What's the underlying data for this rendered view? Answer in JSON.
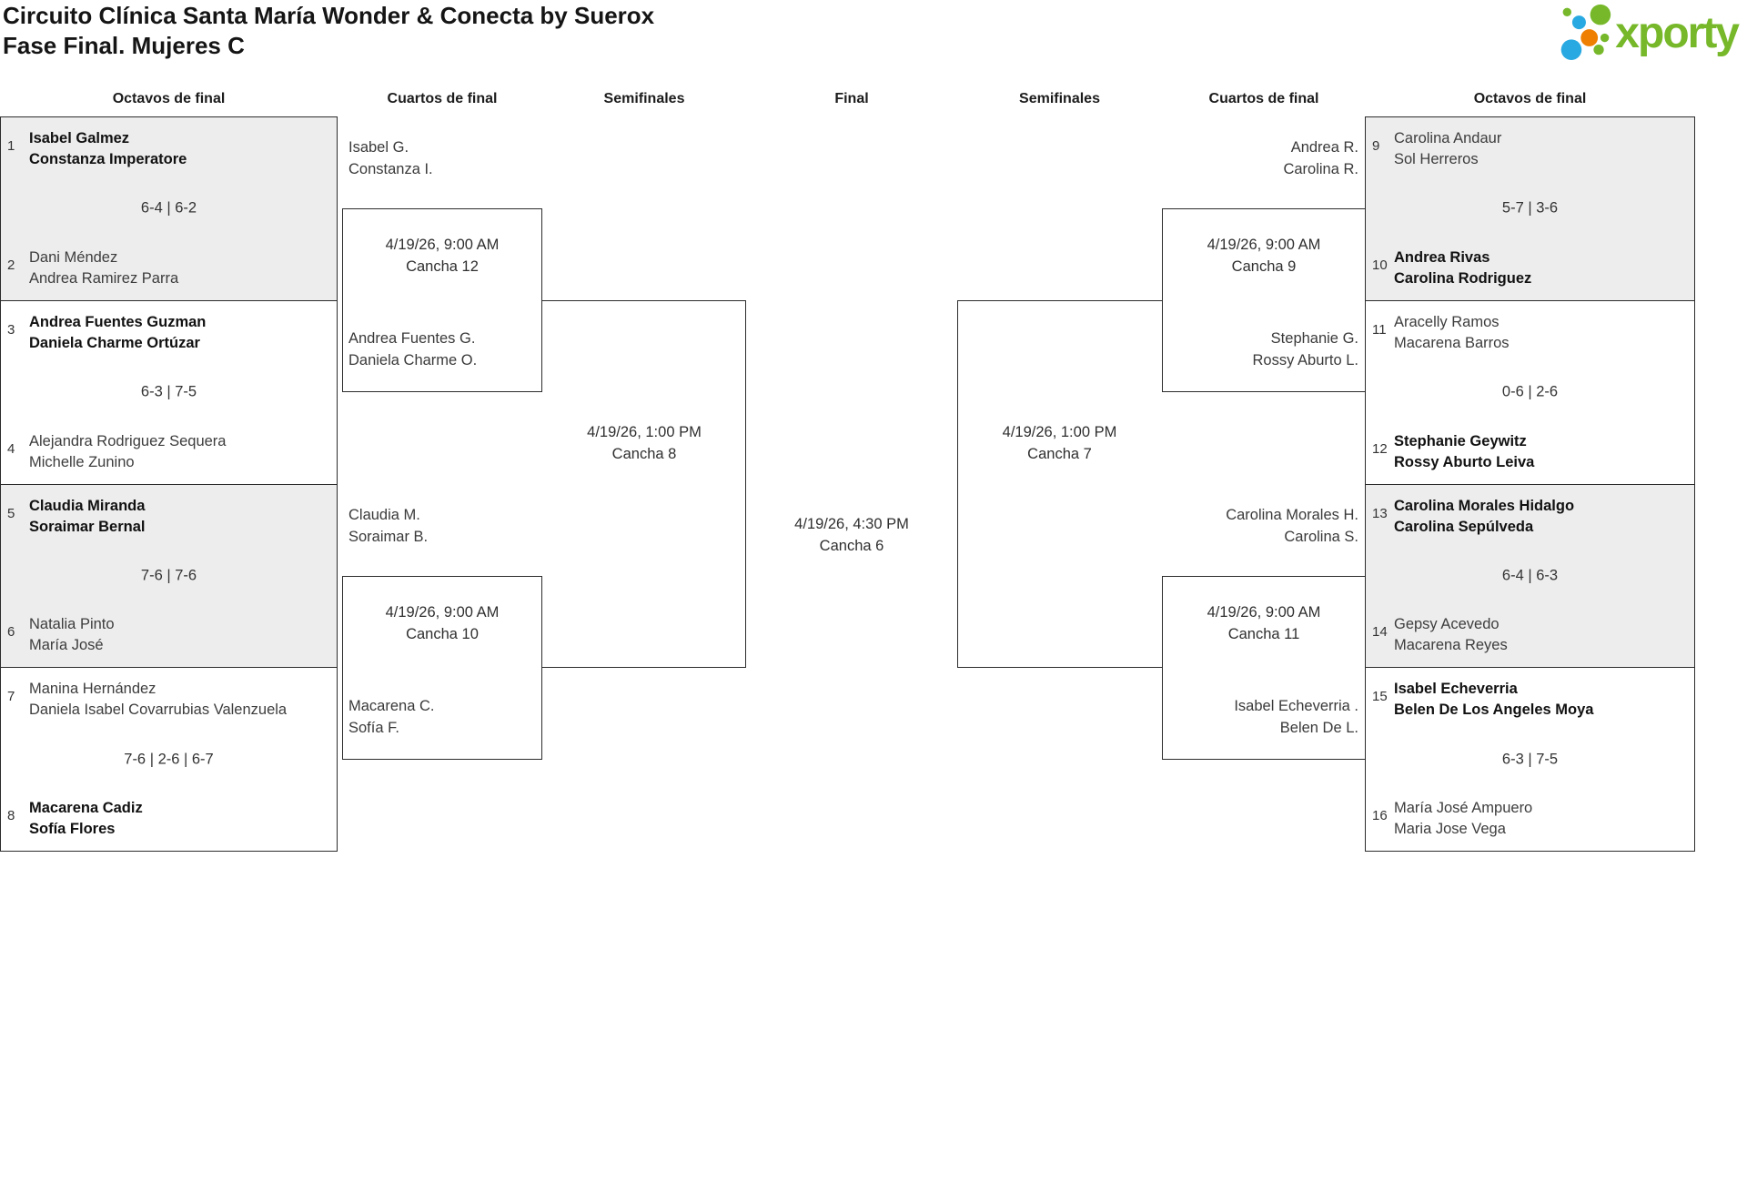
{
  "header": {
    "title_line1": "Circuito Clínica Santa María Wonder & Conecta by Suerox",
    "title_line2": "Fase Final. Mujeres C",
    "logo_text": "xporty"
  },
  "brand_colors": {
    "green": "#76b82a",
    "blue": "#29a9e1",
    "orange": "#ee7f00"
  },
  "columns": [
    "Octavos de final",
    "Cuartos de final",
    "Semifinales",
    "Final",
    "Semifinales",
    "Cuartos de final",
    "Octavos de final"
  ],
  "r16": {
    "left": [
      {
        "shaded": true,
        "top": {
          "seed": "1",
          "players": [
            "Isabel Galmez",
            "Constanza Imperatore"
          ],
          "winner": true
        },
        "score": "6-4 | 6-2",
        "bottom": {
          "seed": "2",
          "players": [
            "Dani Méndez",
            "Andrea Ramirez Parra"
          ],
          "winner": false
        }
      },
      {
        "shaded": false,
        "top": {
          "seed": "3",
          "players": [
            "Andrea Fuentes Guzman",
            "Daniela Charme Ortúzar"
          ],
          "winner": true
        },
        "score": "6-3 | 7-5",
        "bottom": {
          "seed": "4",
          "players": [
            "Alejandra Rodriguez Sequera",
            "Michelle Zunino"
          ],
          "winner": false
        }
      },
      {
        "shaded": true,
        "top": {
          "seed": "5",
          "players": [
            "Claudia Miranda",
            "Soraimar Bernal"
          ],
          "winner": true
        },
        "score": "7-6 | 7-6",
        "bottom": {
          "seed": "6",
          "players": [
            "Natalia Pinto",
            "María José"
          ],
          "winner": false
        }
      },
      {
        "shaded": false,
        "top": {
          "seed": "7",
          "players": [
            "Manina Hernández",
            "Daniela Isabel Covarrubias Valenzuela"
          ],
          "winner": false
        },
        "score": "7-6 | 2-6 | 6-7",
        "bottom": {
          "seed": "8",
          "players": [
            "Macarena Cadiz",
            "Sofía Flores"
          ],
          "winner": true
        }
      }
    ],
    "right": [
      {
        "shaded": true,
        "top": {
          "seed": "9",
          "players": [
            "Carolina Andaur",
            "Sol Herreros"
          ],
          "winner": false
        },
        "score": "5-7 | 3-6",
        "bottom": {
          "seed": "10",
          "players": [
            "Andrea Rivas",
            "Carolina Rodriguez"
          ],
          "winner": true
        }
      },
      {
        "shaded": false,
        "top": {
          "seed": "11",
          "players": [
            "Aracelly Ramos",
            "Macarena Barros"
          ],
          "winner": false
        },
        "score": "0-6 | 2-6",
        "bottom": {
          "seed": "12",
          "players": [
            "Stephanie Geywitz",
            "Rossy Aburto Leiva"
          ],
          "winner": true
        }
      },
      {
        "shaded": true,
        "top": {
          "seed": "13",
          "players": [
            "Carolina Morales Hidalgo",
            "Carolina Sepúlveda"
          ],
          "winner": true
        },
        "score": "6-4 | 6-3",
        "bottom": {
          "seed": "14",
          "players": [
            "Gepsy Acevedo",
            "Macarena Reyes"
          ],
          "winner": false
        }
      },
      {
        "shaded": false,
        "top": {
          "seed": "15",
          "players": [
            "Isabel Echeverria",
            "Belen De Los Angeles Moya"
          ],
          "winner": true
        },
        "score": "6-3 | 7-5",
        "bottom": {
          "seed": "16",
          "players": [
            "María José Ampuero",
            "Maria Jose Vega"
          ],
          "winner": false
        }
      }
    ]
  },
  "qf": {
    "left": [
      {
        "top_team": [
          "Isabel G.",
          "Constanza I."
        ],
        "schedule": [
          "4/19/26, 9:00 AM",
          "Cancha 12"
        ],
        "bottom_team": [
          "Andrea Fuentes G.",
          "Daniela Charme O."
        ]
      },
      {
        "top_team": [
          "Claudia M.",
          "Soraimar B."
        ],
        "schedule": [
          "4/19/26, 9:00 AM",
          "Cancha 10"
        ],
        "bottom_team": [
          "Macarena C.",
          "Sofía F."
        ]
      }
    ],
    "right": [
      {
        "top_team": [
          "Andrea R.",
          "Carolina R."
        ],
        "schedule": [
          "4/19/26, 9:00 AM",
          "Cancha 9"
        ],
        "bottom_team": [
          "Stephanie G.",
          "Rossy Aburto L."
        ]
      },
      {
        "top_team": [
          "Carolina Morales H.",
          "Carolina S."
        ],
        "schedule": [
          "4/19/26, 9:00 AM",
          "Cancha 11"
        ],
        "bottom_team": [
          "Isabel Echeverria .",
          "Belen De L."
        ]
      }
    ]
  },
  "sf": {
    "left": {
      "schedule": [
        "4/19/26, 1:00 PM",
        "Cancha 8"
      ]
    },
    "right": {
      "schedule": [
        "4/19/26, 1:00 PM",
        "Cancha 7"
      ]
    }
  },
  "final": {
    "schedule": [
      "4/19/26, 4:30 PM",
      "Cancha 6"
    ]
  }
}
